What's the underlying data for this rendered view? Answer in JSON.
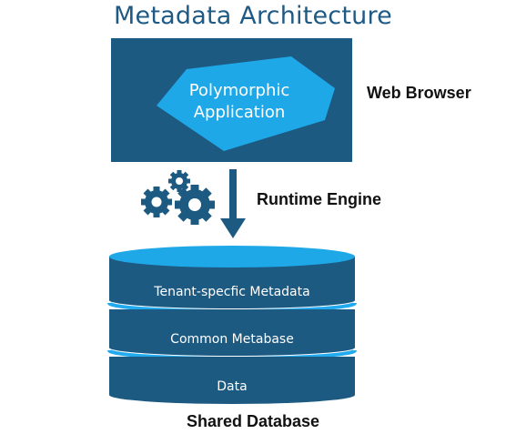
{
  "title": "Metadata Architecture",
  "browser": {
    "label": "Web Browser",
    "app_line1": "Polymorphic",
    "app_line2": "Application"
  },
  "engine": {
    "label": "Runtime Engine",
    "icon": "gears-icon"
  },
  "database": {
    "label": "Shared Database",
    "layers": [
      "Tenant-specfic Metadata",
      "Common Metabase",
      "Data"
    ]
  },
  "colors": {
    "title": "#1f5a85",
    "panel": "#1d5a82",
    "accent": "#1ea8e8",
    "ring": "#22aaee"
  }
}
